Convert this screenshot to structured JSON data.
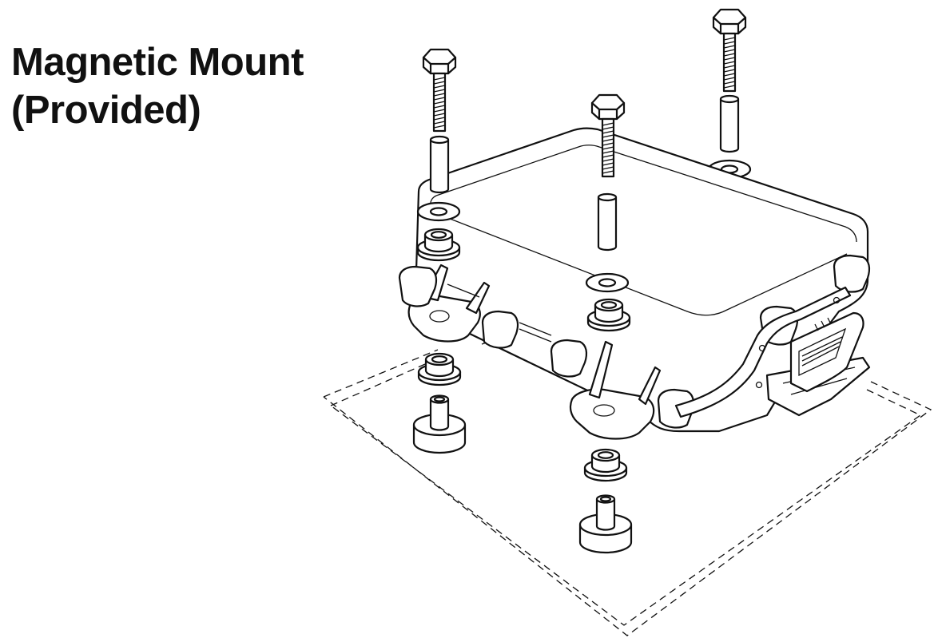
{
  "title": {
    "line1": "Magnetic Mount",
    "line2": "(Provided)"
  },
  "colors": {
    "ink": "#111111",
    "background": "#ffffff"
  },
  "parts": {
    "bolts": 3,
    "spacers": 3,
    "washers": 3,
    "grommets": 4,
    "magnets": 2
  },
  "icons": [
    "hex-bolt-icon",
    "spacer-icon",
    "washer-icon",
    "grommet-icon",
    "magnet-icon",
    "enclosure-box-icon",
    "connector-icon"
  ]
}
